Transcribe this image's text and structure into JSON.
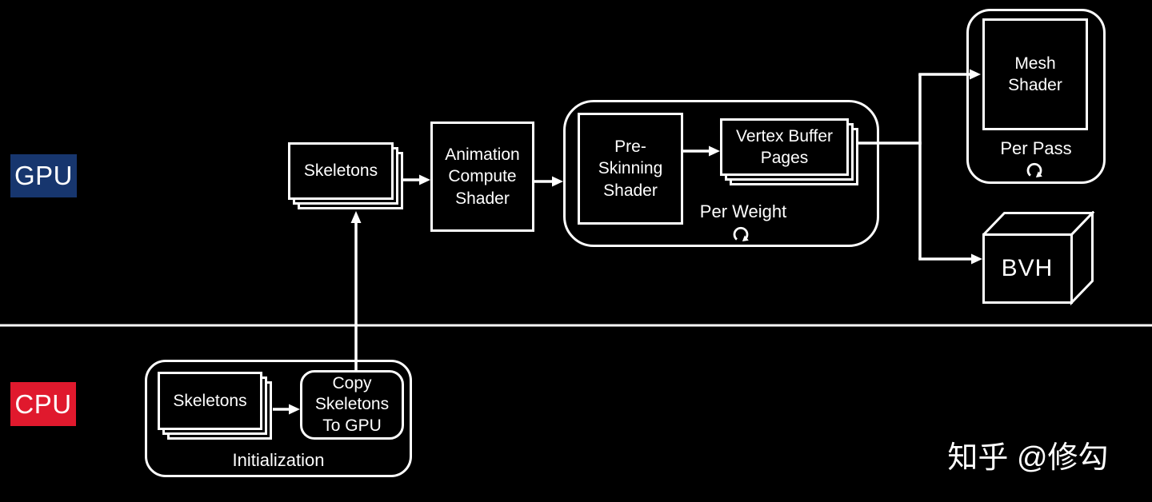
{
  "canvas": {
    "background": "#000000",
    "line_color": "#ffffff",
    "gpu_badge_bg": "#17366e",
    "cpu_badge_bg": "#e0192d"
  },
  "badges": {
    "gpu": "GPU",
    "cpu": "CPU"
  },
  "gpu_flow": {
    "skeletons": "Skeletons",
    "animation_compute_shader": "Animation\nCompute\nShader",
    "pre_skinning_shader": "Pre-\nSkinning\nShader",
    "vertex_buffer_pages": "Vertex Buffer\nPages",
    "per_weight_caption": "Per Weight",
    "mesh_shader": "Mesh\nShader",
    "per_pass_caption": "Per Pass",
    "bvh": "BVH"
  },
  "cpu_flow": {
    "skeletons": "Skeletons",
    "copy_skeletons": "Copy\nSkeletons\nTo GPU",
    "initialization_caption": "Initialization"
  },
  "icons": {
    "loop": "loop-arrow"
  },
  "watermark": "知乎 @修勾"
}
